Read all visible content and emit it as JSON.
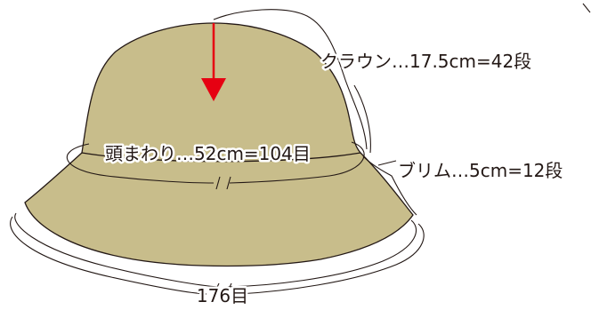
{
  "diagram": {
    "labels": {
      "crown": "クラウン…17.5cm=42段",
      "head_circumference": "頭まわり…52cm=104目",
      "brim": "ブリム…5cm=12段",
      "brim_edge": "176目"
    },
    "colors": {
      "hat_fill": "#c8bd8b",
      "outline": "#231815",
      "arrow": "#e60012",
      "background": "#ffffff"
    }
  }
}
